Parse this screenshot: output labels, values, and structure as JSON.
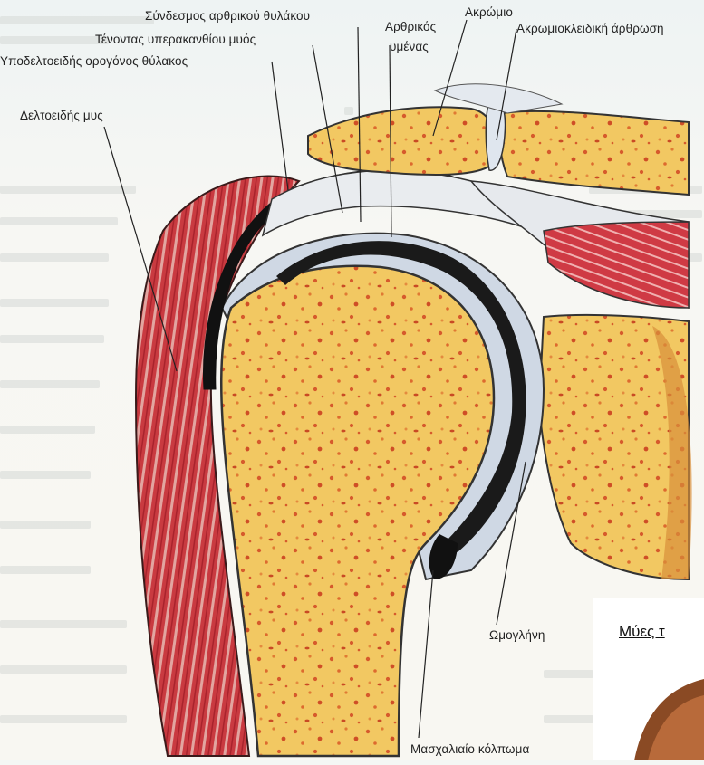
{
  "labels": {
    "capsule_ligament": "Σύνδεσμος αρθρικού θυλάκου",
    "supraspinatus_tendon": "Τένοντας υπερακανθίου μυός",
    "subdeltoid_bursa": "Υποδελτοειδής ορογόνος θύλακος",
    "deltoid": "Δελτοειδής μυς",
    "synovial_line1": "Αρθρικός",
    "synovial_line2": "υμένας",
    "acromion": "Ακρώμιο",
    "ac_joint": "Ακρωμιοκλειδική άρθρωση",
    "glenoid": "Ωμογλήνη",
    "axillary_recess": "Μασχαλιαίο κόλπωμα"
  },
  "overlay": {
    "title": "Μύες τ"
  },
  "colors": {
    "bone": "#f2c660",
    "bone_spots": "#d4582a",
    "muscle": "#c8353d",
    "cartilage": "#cfd8e4",
    "cavity": "#111111"
  }
}
